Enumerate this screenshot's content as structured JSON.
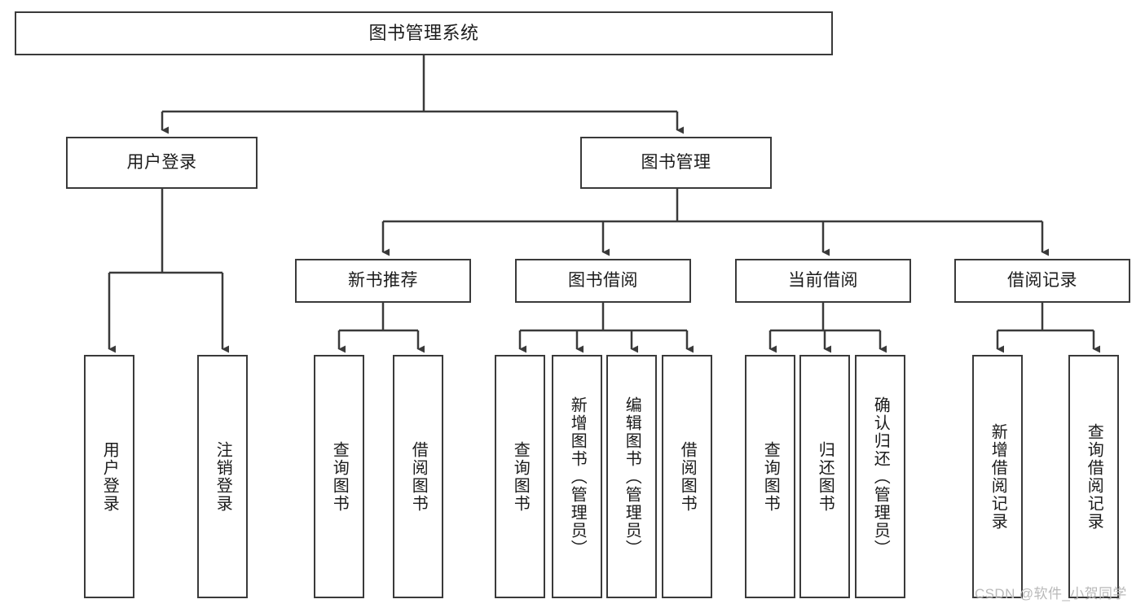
{
  "diagram": {
    "type": "tree",
    "title": "图书管理系统",
    "orientation": "top-down",
    "colors": {
      "box_border": "#3a3a3a",
      "box_fill": "#ffffff",
      "edge": "#3a3a3a",
      "text": "#1b1b1b",
      "watermark": "#b9b9b9"
    },
    "nodes": {
      "root": {
        "label": "图书管理系统"
      },
      "level2": [
        {
          "id": "user-login",
          "label": "用户登录"
        },
        {
          "id": "book-manage",
          "label": "图书管理"
        }
      ],
      "level3": [
        {
          "id": "new-book-recommend",
          "label": "新书推荐"
        },
        {
          "id": "book-borrow",
          "label": "图书借阅"
        },
        {
          "id": "current-borrow",
          "label": "当前借阅"
        },
        {
          "id": "borrow-record",
          "label": "借阅记录"
        }
      ],
      "leaves": {
        "user-login": [
          {
            "id": "leaf-user-login",
            "label": "用户登录"
          },
          {
            "id": "leaf-logout",
            "label": "注销登录"
          }
        ],
        "new-book-recommend": [
          {
            "id": "leaf-query-book-1",
            "label": "查询图书"
          },
          {
            "id": "leaf-borrow-book-1",
            "label": "借阅图书"
          }
        ],
        "book-borrow": [
          {
            "id": "leaf-query-book-2",
            "label": "查询图书"
          },
          {
            "id": "leaf-add-book",
            "label": "新增图书（管理员）"
          },
          {
            "id": "leaf-edit-book",
            "label": "编辑图书（管理员）"
          },
          {
            "id": "leaf-borrow-book-2",
            "label": "借阅图书"
          }
        ],
        "current-borrow": [
          {
            "id": "leaf-query-book-3",
            "label": "查询图书"
          },
          {
            "id": "leaf-return-book",
            "label": "归还图书"
          },
          {
            "id": "leaf-confirm-return",
            "label": "确认归还（管理员）"
          }
        ],
        "borrow-record": [
          {
            "id": "leaf-add-record",
            "label": "新增借阅记录"
          },
          {
            "id": "leaf-query-record",
            "label": "查询借阅记录"
          }
        ]
      }
    },
    "watermark": "CSDN @软件_小贺同学"
  }
}
